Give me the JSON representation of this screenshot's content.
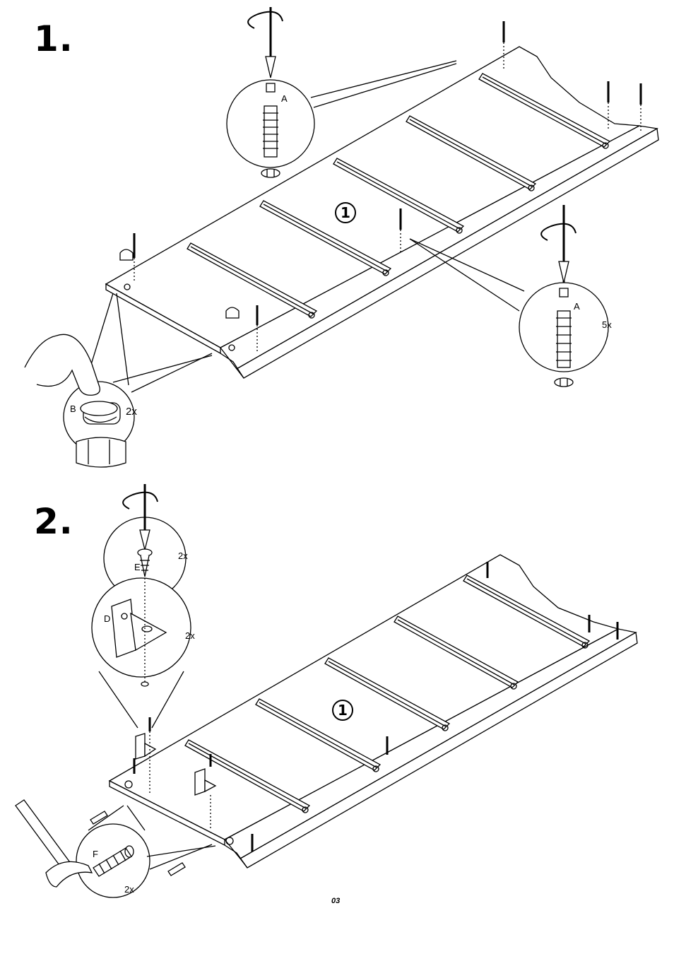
{
  "steps": [
    {
      "number": "1.",
      "panel_badge": "1",
      "callouts": {
        "screw_a_top": "A",
        "screw_a_right": "A",
        "qty_right": "5x",
        "cam_b": "B",
        "qty_cam": "2x"
      }
    },
    {
      "number": "2.",
      "panel_badge": "1",
      "callouts": {
        "screw_e": "E",
        "qty_e": "2x",
        "bracket_d": "D",
        "qty_d": "2x",
        "dowel_f": "F",
        "qty_f": "2x"
      }
    }
  ],
  "icons": [
    "screwdriver-icon",
    "rotation-arrow-icon",
    "hammer-icon",
    "hand-icon",
    "dowel-icon",
    "cam-lock-icon",
    "bracket-icon",
    "screw-icon"
  ],
  "page_number": "03"
}
